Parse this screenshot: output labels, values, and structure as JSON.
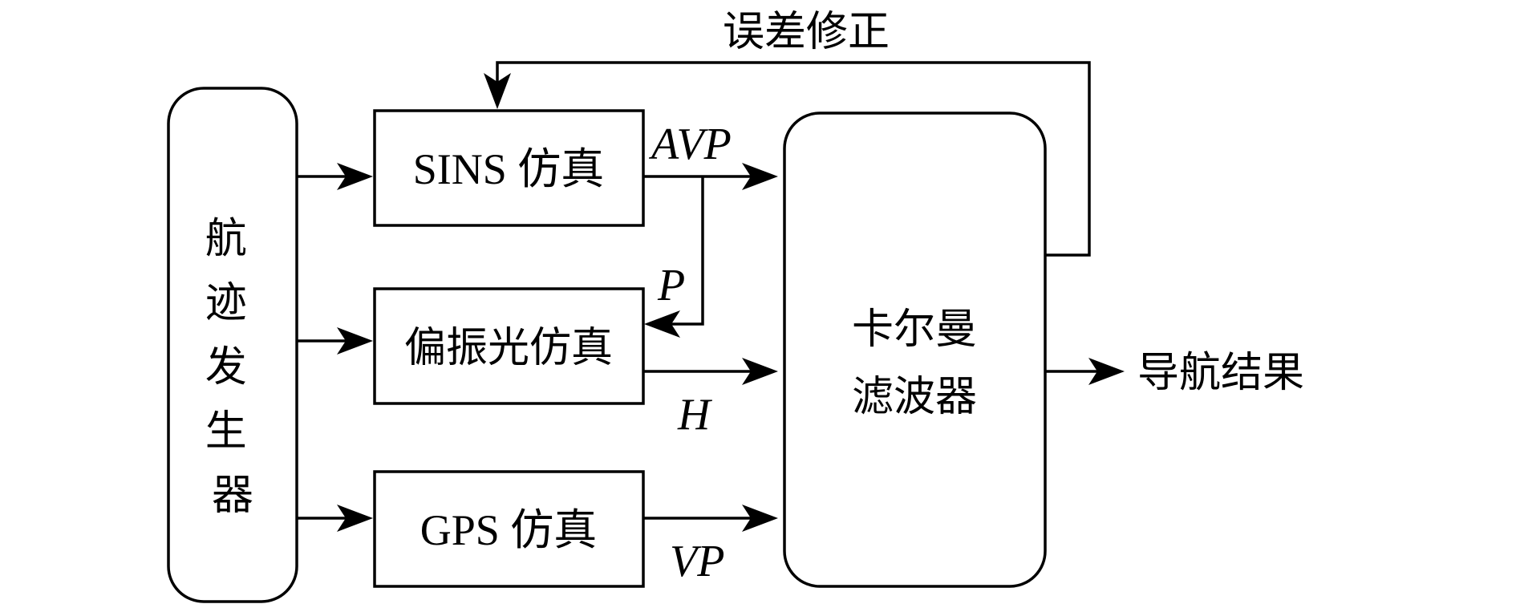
{
  "blocks": {
    "trajectory_generator": {
      "label_chars": [
        "航",
        "迹",
        "发",
        "生",
        "器"
      ]
    },
    "sins_sim": {
      "label": "SINS 仿真"
    },
    "polarized_sim": {
      "label": "偏振光仿真"
    },
    "gps_sim": {
      "label": "GPS 仿真"
    },
    "kalman_filter": {
      "line1": "卡尔曼",
      "line2": "滤波器"
    }
  },
  "signals": {
    "avp": "AVP",
    "p": "P",
    "h": "H",
    "vp": "VP"
  },
  "feedback_label": "误差修正",
  "output_label": "导航结果"
}
